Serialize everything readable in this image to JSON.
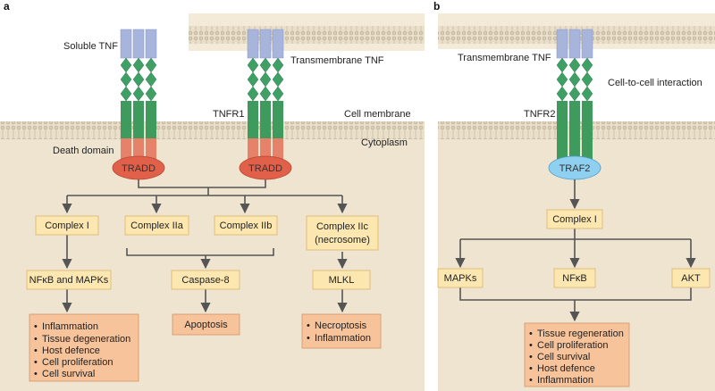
{
  "panel_a": {
    "letter": "a",
    "labels": {
      "soluble_tnf": "Soluble TNF",
      "transmembrane_tnf": "Transmembrane TNF",
      "tnfr1": "TNFR1",
      "cell_membrane": "Cell membrane",
      "death_domain": "Death domain",
      "cytoplasm": "Cytoplasm"
    },
    "tradd_left": "TRADD",
    "tradd_right": "TRADD",
    "complex_i": "Complex I",
    "complex_iia": "Complex IIa",
    "complex_iib": "Complex IIb",
    "complex_iic_line1": "Complex IIc",
    "complex_iic_line2": "(necrosome)",
    "nfkb_mapks": "NFκB and MAPKs",
    "caspase8": "Caspase-8",
    "mlkl": "MLKL",
    "apoptosis": "Apoptosis",
    "outcomes_left": [
      "Inflammation",
      "Tissue degeneration",
      "Host defence",
      "Cell proliferation",
      "Cell survival"
    ],
    "outcomes_right": [
      "Necroptosis",
      "Inflammation"
    ]
  },
  "panel_b": {
    "letter": "b",
    "labels": {
      "transmembrane_tnf": "Transmembrane TNF",
      "cell_to_cell": "Cell-to-cell interaction",
      "tnfr2": "TNFR2"
    },
    "traf2": "TRAF2",
    "complex_i": "Complex I",
    "mapks": "MAPKs",
    "nfkb": "NFκB",
    "akt": "AKT",
    "outcomes": [
      "Tissue regeneration",
      "Cell proliferation",
      "Cell survival",
      "Host defence",
      "Inflammation"
    ]
  },
  "bullet": "•",
  "colors": {
    "cytoplasm": "#efe4d0",
    "membrane": "#e4d9c4",
    "box_fill": "#fde7b0",
    "outcome_fill": "#f7c39b",
    "tnf_blue": "#a7b4dc",
    "diamond_green": "#3fa066",
    "receptor_green": "#3e9a5d",
    "death_domain": "#e7826a",
    "tradd_oval": "#e0604a",
    "traf2_oval": "#8fcff0",
    "arrow": "#555555"
  }
}
